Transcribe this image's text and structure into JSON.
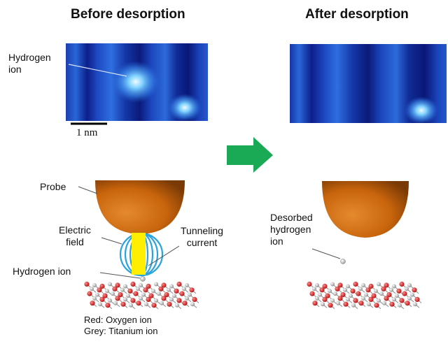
{
  "before": {
    "title": "Before desorption",
    "hydrogen_label_line1": "Hydrogen",
    "hydrogen_label_line2": "ion",
    "scale_bar": "1 nm"
  },
  "after": {
    "title": "After desorption"
  },
  "diagram_left": {
    "probe": "Probe",
    "electric_field_line1": "Electric",
    "electric_field_line2": "field",
    "tunneling_line1": "Tunneling",
    "tunneling_line2": "current",
    "hydrogen_ion": "Hydrogen ion",
    "legend_red": "Red: Oxygen ion",
    "legend_grey": "Grey: Titanium ion"
  },
  "diagram_right": {
    "desorbed_line1": "Desorbed",
    "desorbed_line2": "hydrogen",
    "desorbed_line3": "ion"
  },
  "colors": {
    "probe": "#c8640c",
    "field": "#2aa3dd",
    "current": "#ffee00",
    "arrow": "#1aaa55",
    "oxygen": "#cc1111",
    "titanium": "#aaaaaa",
    "scan_dark": "#0a1a7a",
    "scan_bright": "#e8f8ff"
  }
}
